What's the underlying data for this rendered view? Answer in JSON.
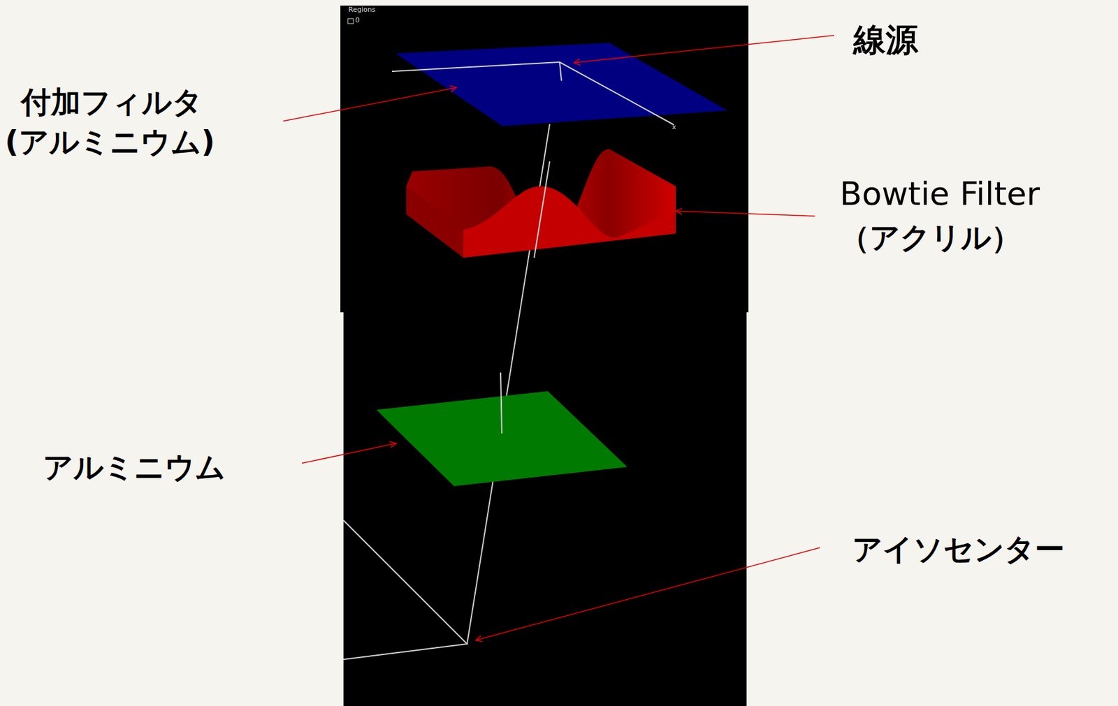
{
  "diagram": {
    "labels": [
      "線源",
      "付加フィルタ",
      "(アルミニウム)",
      "Bowtie Filter",
      "（アクリル）",
      "アルミニウム",
      "アイソセンター",
      "Regions",
      "0",
      "x"
    ]
  }
}
